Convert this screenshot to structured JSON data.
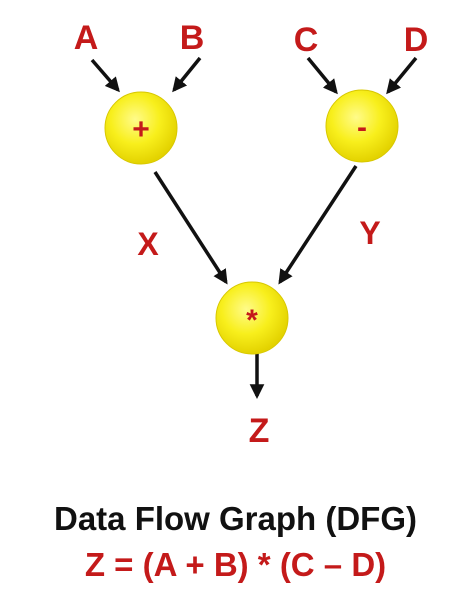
{
  "inputs": {
    "a": "A",
    "b": "B",
    "c": "C",
    "d": "D"
  },
  "operators": {
    "add": "+",
    "sub": "-",
    "mul": "*"
  },
  "edges": {
    "x": "X",
    "y": "Y"
  },
  "output": "Z",
  "caption": {
    "title": "Data Flow Graph (DFG)",
    "equation": "Z = (A + B) * (C – D)"
  },
  "colors": {
    "label": "#c41a1a",
    "node_fill": "#f5ec1e",
    "edge": "#111111",
    "title": "#111111"
  }
}
